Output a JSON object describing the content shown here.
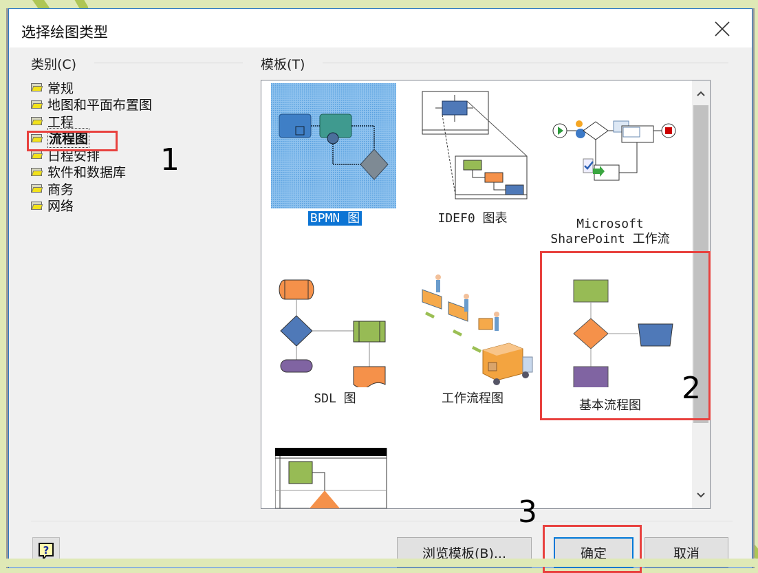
{
  "dialog": {
    "title": "选择绘图类型",
    "close_icon": "close-icon"
  },
  "categories": {
    "header": "类别(C)",
    "items": [
      {
        "label": "常规",
        "selected": false
      },
      {
        "label": "地图和平面布置图",
        "selected": false
      },
      {
        "label": "工程",
        "selected": false
      },
      {
        "label": "流程图",
        "selected": true
      },
      {
        "label": "日程安排",
        "selected": false
      },
      {
        "label": "软件和数据库",
        "selected": false
      },
      {
        "label": "商务",
        "selected": false
      },
      {
        "label": "网络",
        "selected": false
      }
    ]
  },
  "templates": {
    "header": "模板(T)",
    "items": [
      {
        "label": "BPMN 图",
        "selected": true
      },
      {
        "label": "IDEF0 图表",
        "selected": false
      },
      {
        "label_line1": "Microsoft",
        "label_line2": "SharePoint 工作流",
        "selected": false
      },
      {
        "label": "SDL 图",
        "selected": false
      },
      {
        "label": "工作流程图",
        "selected": false
      },
      {
        "label": "基本流程图",
        "selected": false
      },
      {
        "label": "",
        "selected": false
      }
    ]
  },
  "annotations": {
    "step1": "1",
    "step2": "2",
    "step3": "3",
    "highlight_color": "#e8413e"
  },
  "footer": {
    "help_icon": "help-icon",
    "browse_label": "浏览模板(B)...",
    "ok_label": "确定",
    "cancel_label": "取消"
  },
  "colors": {
    "accent": "#0078d7",
    "selection": "#0c74d4",
    "background": "#f0f0f0",
    "wallpaper": "#dfe9b6"
  }
}
